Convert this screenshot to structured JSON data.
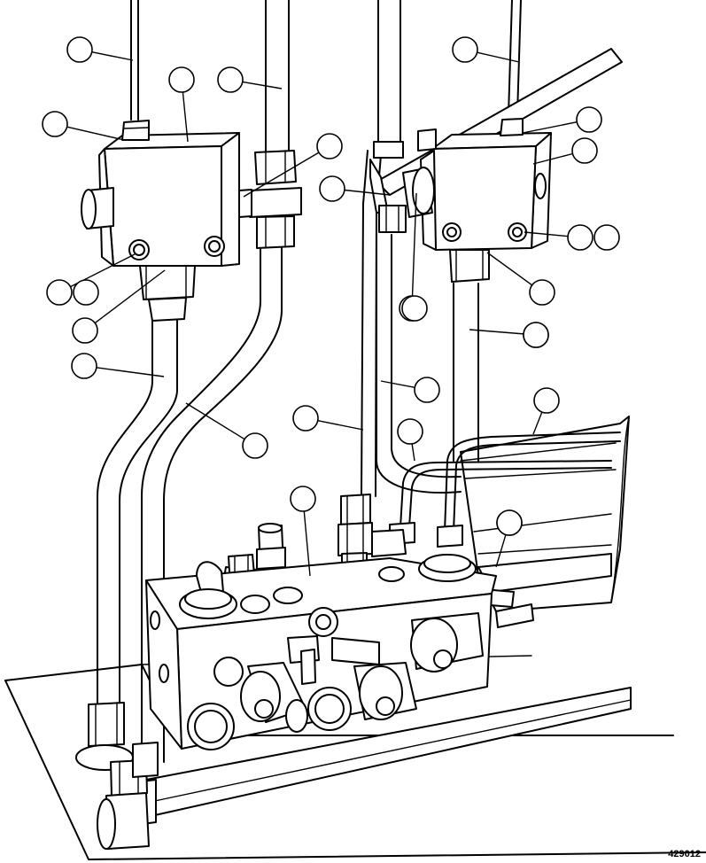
{
  "figure": {
    "code": "429012"
  },
  "callouts": [
    {
      "id": "c1"
    },
    {
      "id": "c2"
    },
    {
      "id": "c3"
    },
    {
      "id": "c4"
    },
    {
      "id": "c5"
    },
    {
      "id": "c6"
    },
    {
      "id": "c7"
    },
    {
      "id": "c8"
    },
    {
      "id": "c9"
    },
    {
      "id": "c10"
    },
    {
      "id": "c11"
    },
    {
      "id": "c12"
    },
    {
      "id": "c13"
    },
    {
      "id": "c14"
    },
    {
      "id": "c15"
    },
    {
      "id": "c16"
    },
    {
      "id": "c17"
    },
    {
      "id": "c18"
    },
    {
      "id": "c19"
    },
    {
      "id": "c20"
    },
    {
      "id": "c21"
    },
    {
      "id": "c22"
    },
    {
      "id": "c23"
    },
    {
      "id": "c24"
    },
    {
      "id": "c25"
    },
    {
      "id": "c26"
    },
    {
      "id": "c27"
    },
    {
      "id": "c28"
    }
  ]
}
